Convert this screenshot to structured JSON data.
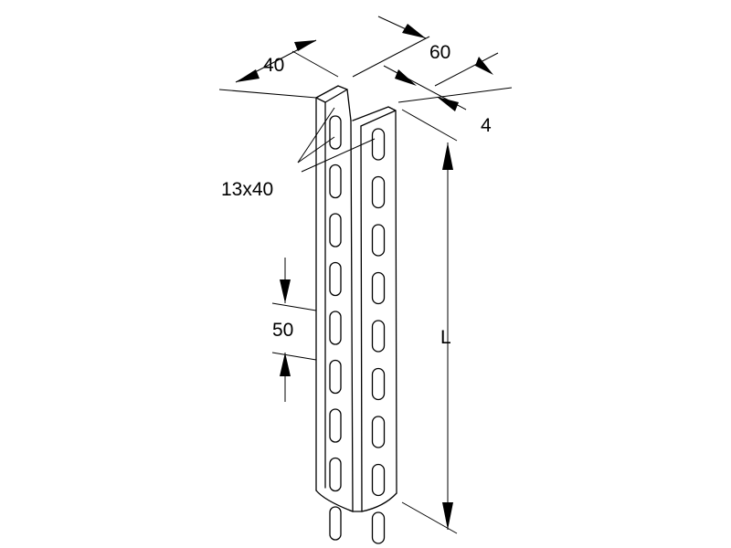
{
  "labels": {
    "width_front": "40",
    "width_side": "60",
    "thickness": "4",
    "slot_size": "13x40",
    "slot_pitch": "50",
    "length": "L"
  },
  "colors": {
    "line": "#000000",
    "background": "#ffffff"
  }
}
